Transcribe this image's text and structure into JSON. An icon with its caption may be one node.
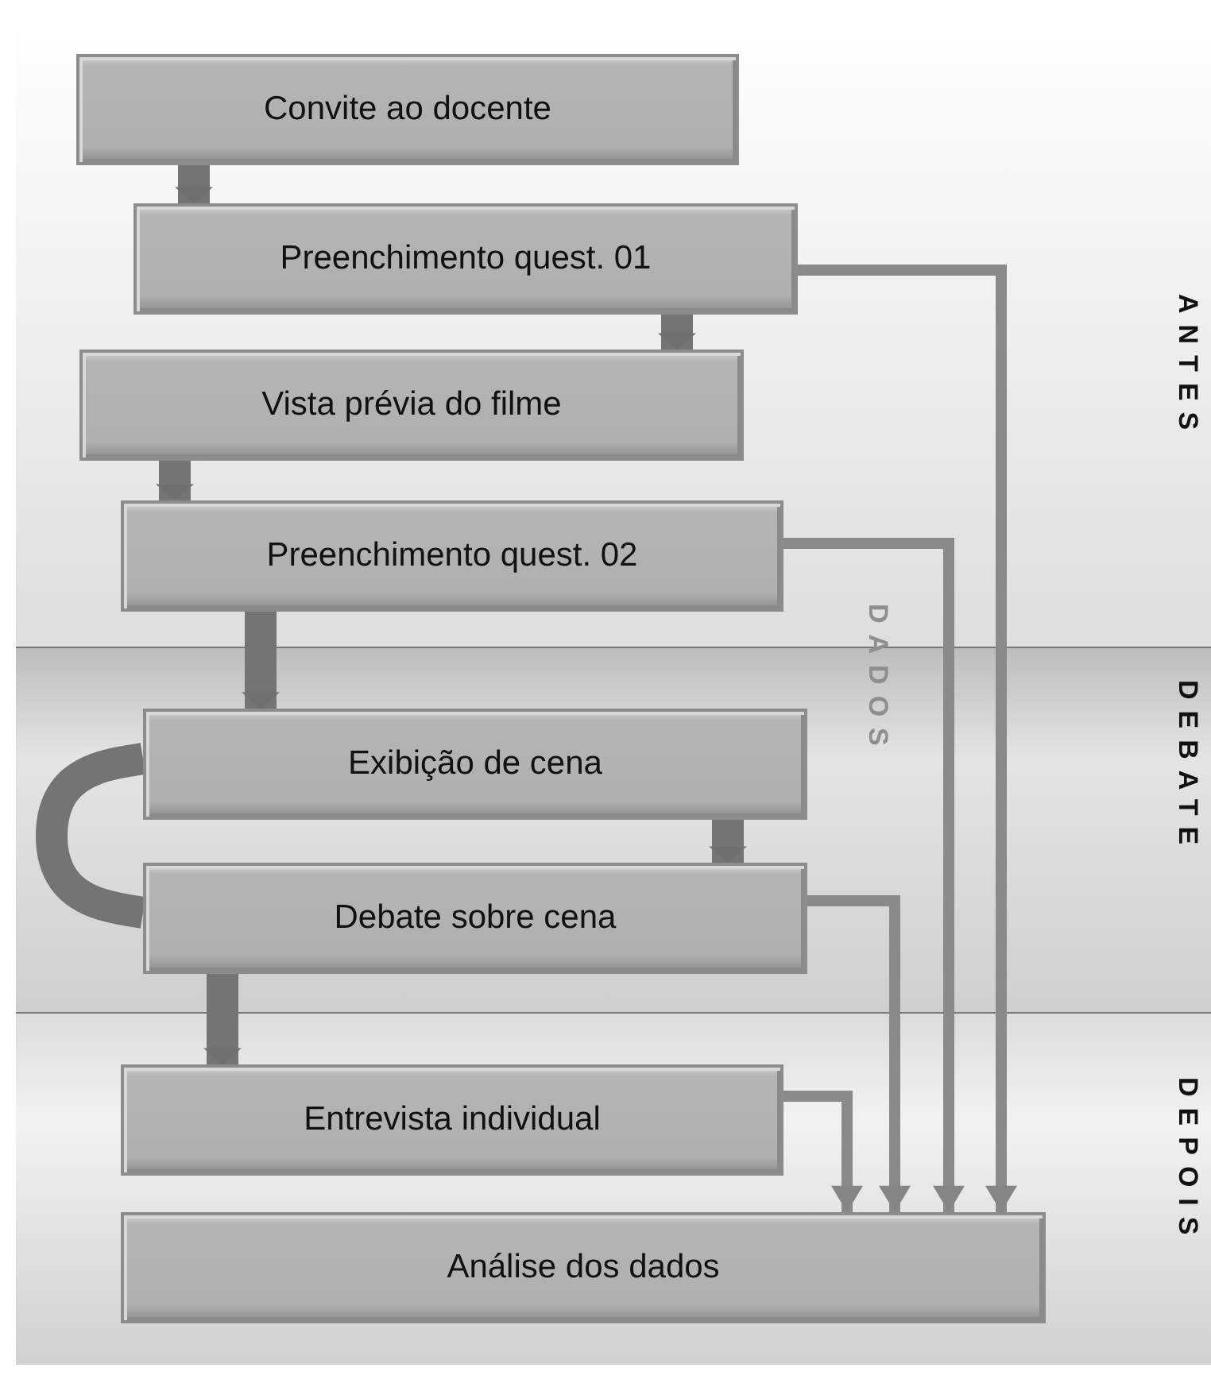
{
  "diagram": {
    "nodes": [
      {
        "text": [
          "Convite ao docente"
        ]
      },
      {
        "text": [
          "Preenchimento quest. 01"
        ]
      },
      {
        "text": [
          "Vista prévia do filme"
        ]
      },
      {
        "text": [
          "Preenchimento quest. 02"
        ]
      },
      {
        "text": [
          "Exibição de cena"
        ]
      },
      {
        "text": [
          "Debate sobre cena"
        ]
      },
      {
        "text": [
          "Entrevista individual"
        ]
      },
      {
        "text": [
          "Análise dos dados"
        ]
      }
    ],
    "edges": [
      {
        "from": 0,
        "to": 1,
        "arrow": "to"
      },
      {
        "from": 1,
        "to": 2,
        "arrow": "to"
      },
      {
        "from": 2,
        "to": 3,
        "arrow": "to"
      },
      {
        "from": 3,
        "to": 4,
        "arrow": "to"
      },
      {
        "from": 4,
        "to": 5,
        "arrow": "to"
      },
      {
        "from": 5,
        "to": 4,
        "arrow": "none"
      },
      {
        "from": 5,
        "to": 6,
        "arrow": "to"
      },
      {
        "from": 1,
        "to": 7,
        "arrow": "to"
      },
      {
        "from": 3,
        "to": 7,
        "arrow": "to"
      },
      {
        "from": 5,
        "to": 7,
        "arrow": "to"
      },
      {
        "from": 6,
        "to": 7,
        "arrow": "to"
      }
    ],
    "labels": [
      "ANTES",
      "DADOS",
      "DEBATE",
      "DEPOIS"
    ]
  }
}
